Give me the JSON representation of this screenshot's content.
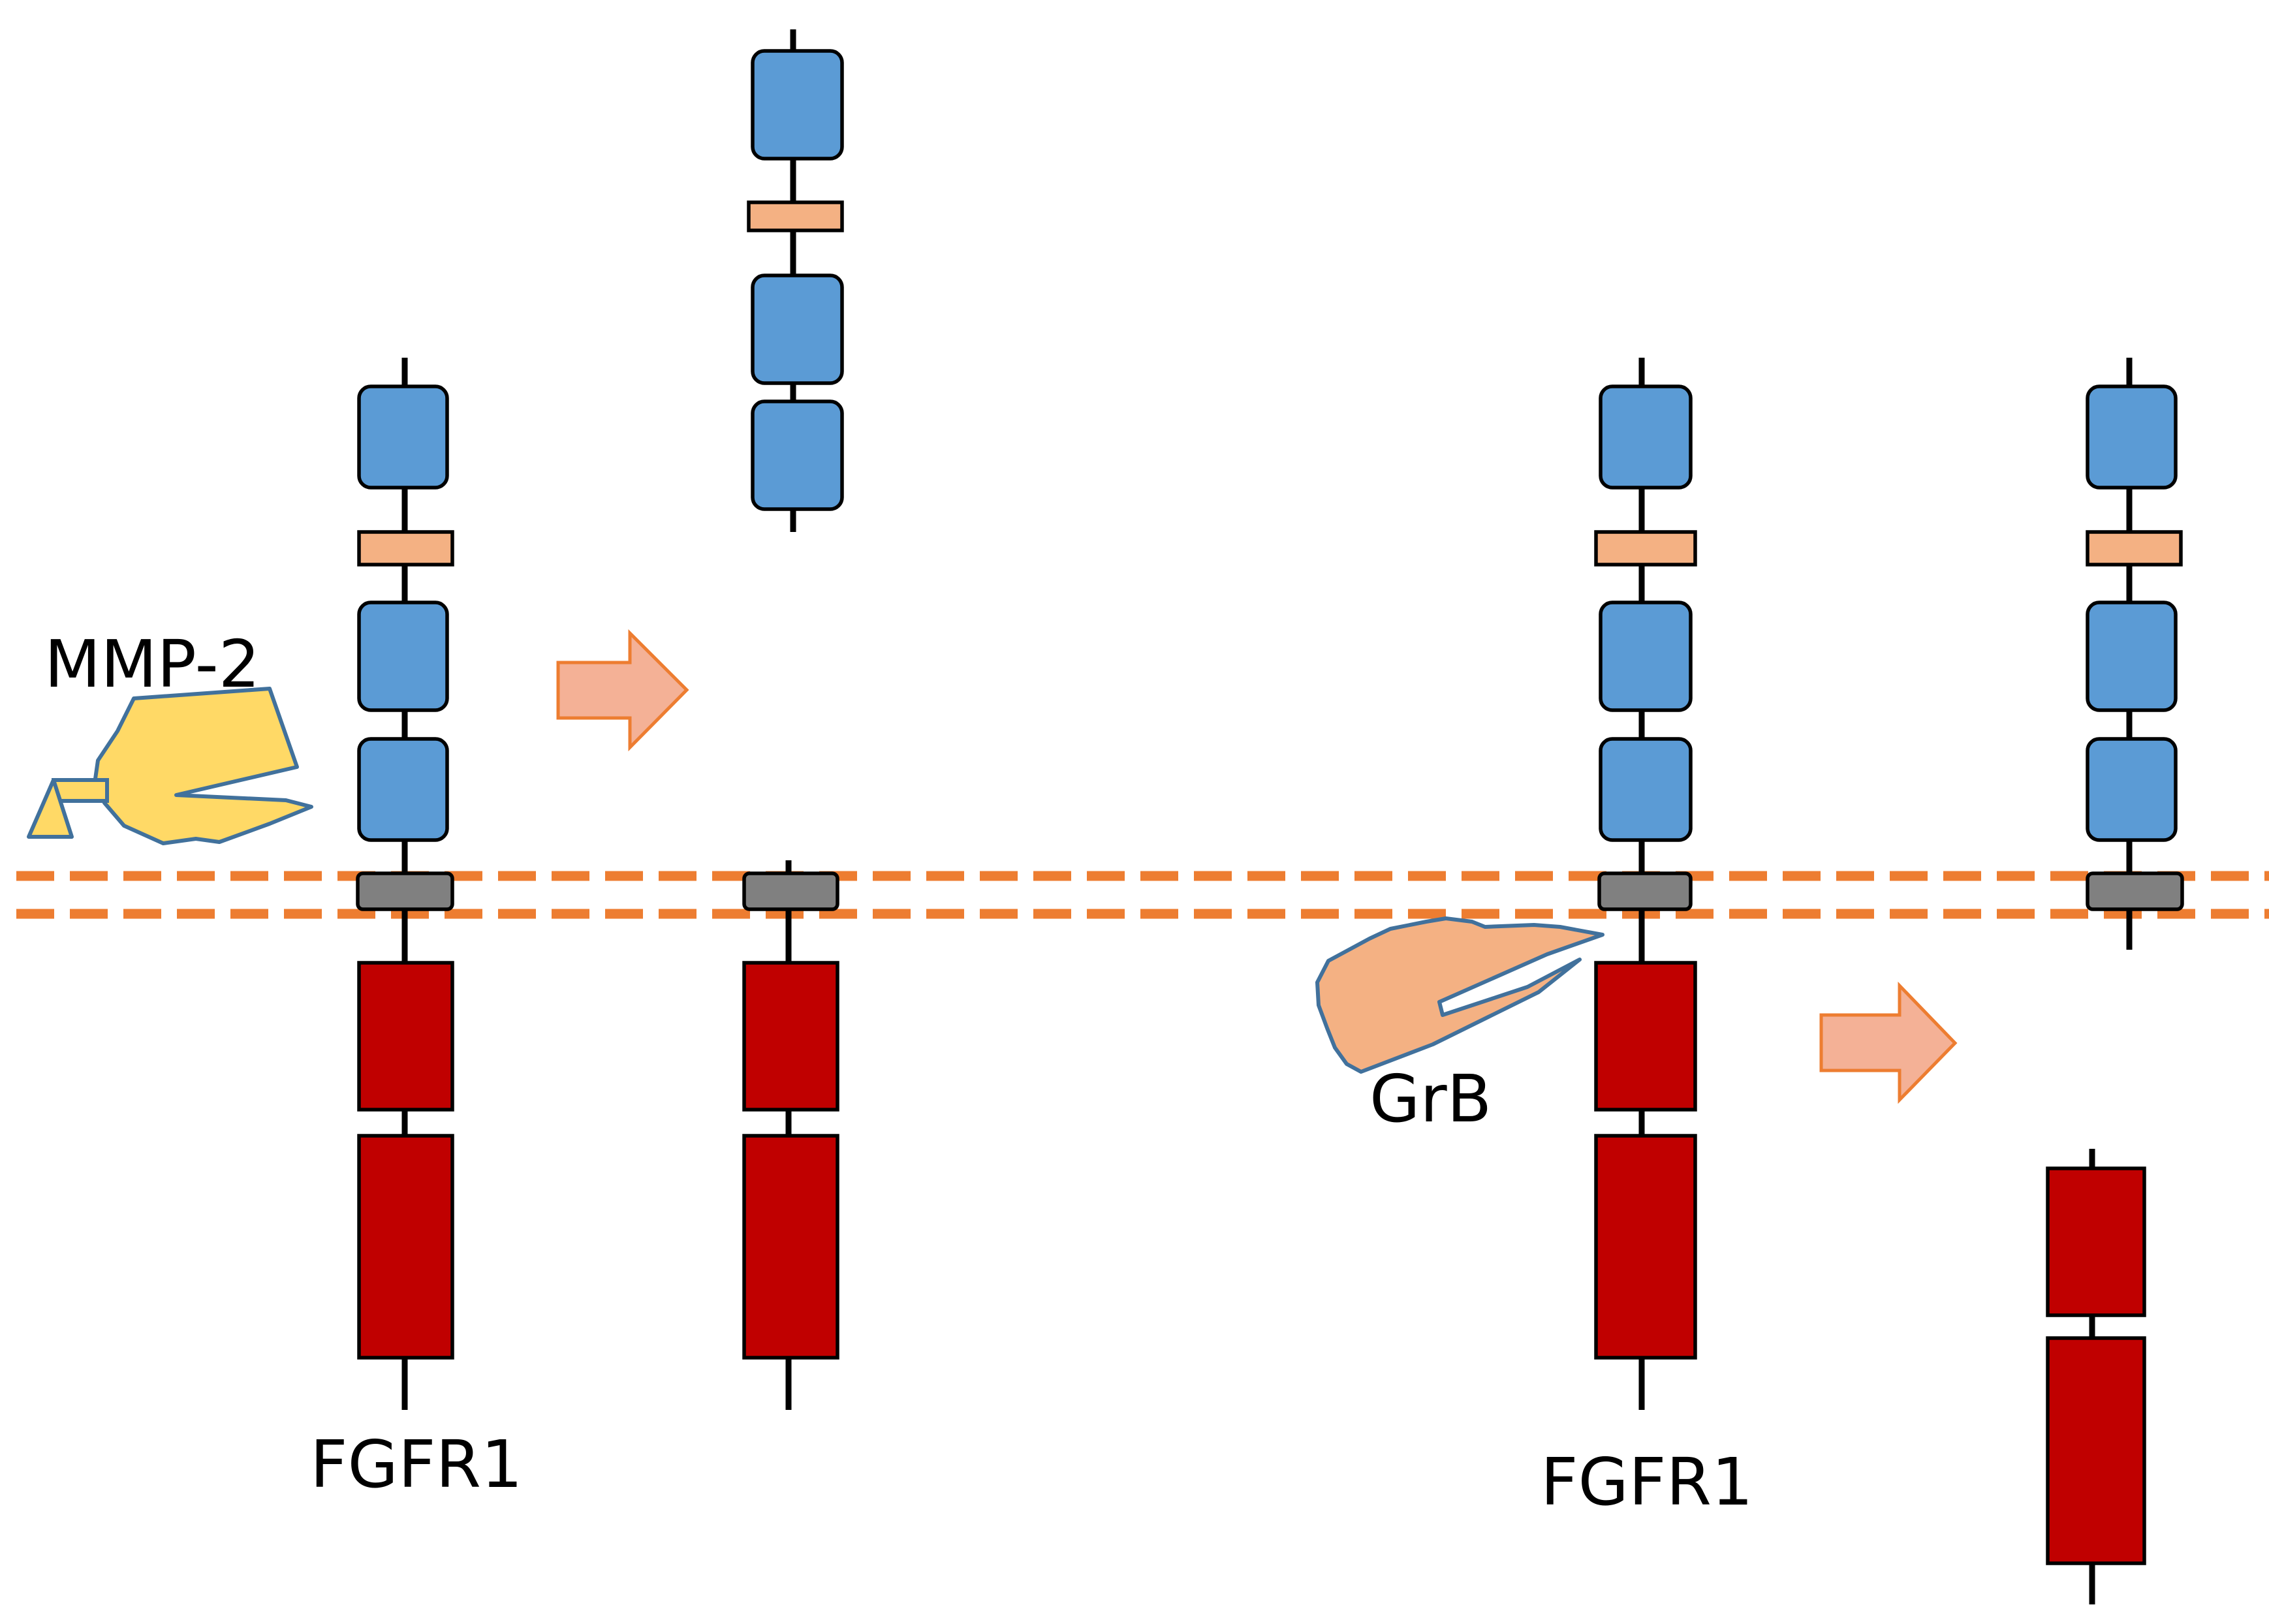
{
  "labels": {
    "mmp2": "MMP-2",
    "grb": "GrB",
    "fgfr1_left": "FGFR1",
    "fgfr1_right": "FGFR1"
  },
  "colors": {
    "ig_domain": "#5B9BD5",
    "acid_box": "#F4B183",
    "transmembrane": "#808080",
    "kinase_domain": "#C00000",
    "membrane": "#ED7D31",
    "arrow_fill": "#F4B196",
    "arrow_stroke": "#ED7D31",
    "mmp2_fill": "#FFD966",
    "grb_fill": "#F4B183",
    "enzyme_outline": "#41719C"
  }
}
